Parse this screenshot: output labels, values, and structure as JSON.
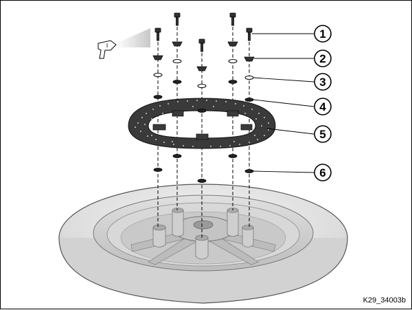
{
  "callouts": [
    {
      "number": "1",
      "part": "bolt"
    },
    {
      "number": "2",
      "part": "bolt-head-washer"
    },
    {
      "number": "3",
      "part": "washer"
    },
    {
      "number": "4",
      "part": "carrier-washer"
    },
    {
      "number": "5",
      "part": "brake-disc"
    },
    {
      "number": "6",
      "part": "spacer-washer"
    }
  ],
  "reference_code": "K29_34003b",
  "colors": {
    "line": "#000000",
    "disc": "#3a3a3a",
    "tire": "#e2e2e2",
    "rim": "#cfcfcf",
    "metal": "#9a9a9a"
  },
  "icons": [
    "heat-gun-icon"
  ]
}
